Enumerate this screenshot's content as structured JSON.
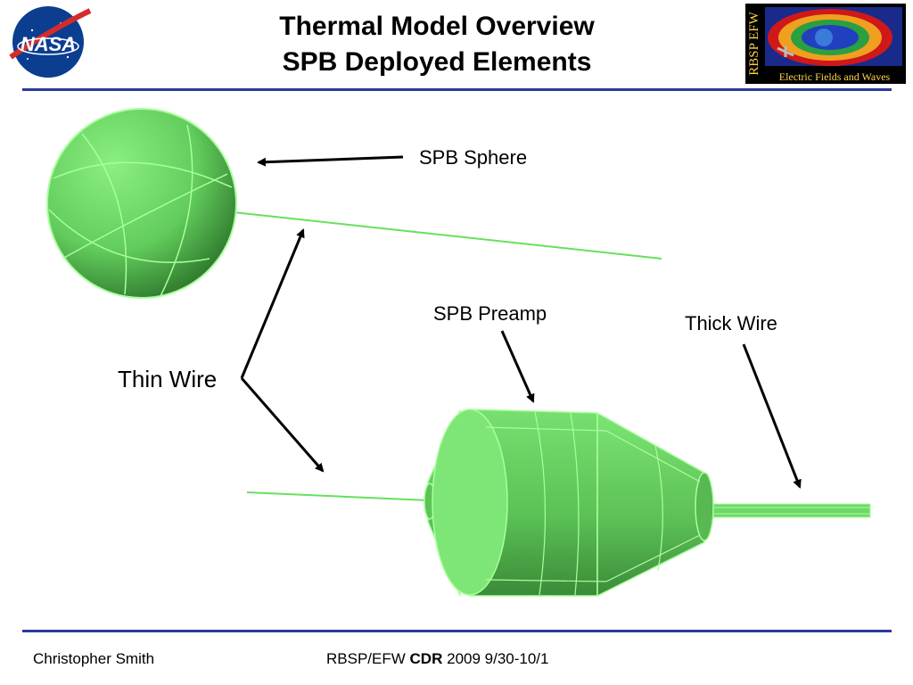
{
  "header": {
    "title_line1": "Thermal Model Overview",
    "title_line2": "SPB Deployed Elements",
    "left_logo_text": "NASA",
    "right_logo_vertical_text": "RBSP EFW",
    "right_logo_caption": "Electric Fields and Waves"
  },
  "labels": {
    "sphere": "SPB Sphere",
    "preamp": "SPB Preamp",
    "thick_wire": "Thick Wire",
    "thin_wire": "Thin Wire"
  },
  "footer": {
    "author": "Christopher Smith",
    "project_prefix": "RBSP/EFW",
    "project_bold": "CDR",
    "project_suffix": "2009 9/30-10/1"
  },
  "colors": {
    "rule": "#2b3a9a",
    "model_fill": "#6fd86a",
    "model_dark": "#3f8f3c",
    "model_edge": "#a8ff9c",
    "wire": "#66e05e"
  }
}
